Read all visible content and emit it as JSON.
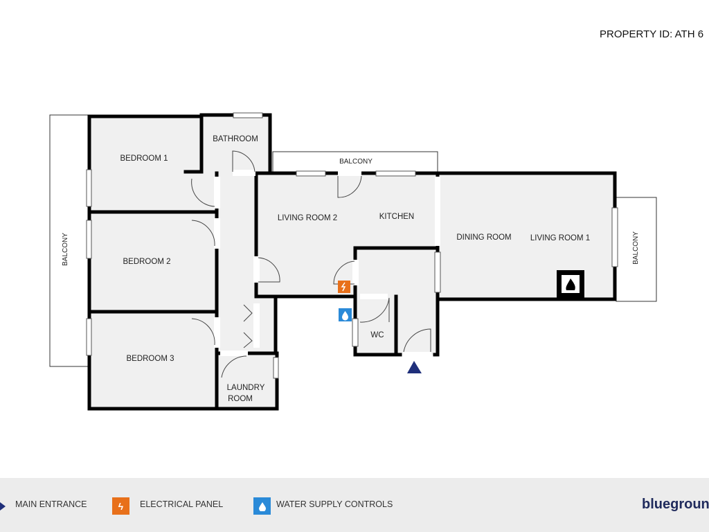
{
  "header": {
    "property_id": "PROPERTY ID: ATH 6"
  },
  "rooms": {
    "bedroom1": "BEDROOM 1",
    "bedroom2": "BEDROOM 2",
    "bedroom3": "BEDROOM 3",
    "bathroom": "BATHROOM",
    "laundry_line1": "LAUNDRY",
    "laundry_line2": "ROOM",
    "living_room2": "LIVING ROOM 2",
    "kitchen": "KITCHEN",
    "wc": "WC",
    "dining_room": "DINING ROOM",
    "living_room1": "LIVING ROOM 1",
    "balcony_left": "BALCONY",
    "balcony_top": "BALCONY",
    "balcony_right": "BALCONY"
  },
  "legend": {
    "main_entrance": "MAIN ENTRANCE",
    "electrical_panel": "ELECTRICAL PANEL",
    "water_supply": "WATER SUPPLY CONTROLS",
    "brand": "bluegroun"
  },
  "colors": {
    "entrance": "#1f2f7a",
    "electrical": "#e8701a",
    "water": "#2a8ad8",
    "brand": "#1f2a5c"
  }
}
